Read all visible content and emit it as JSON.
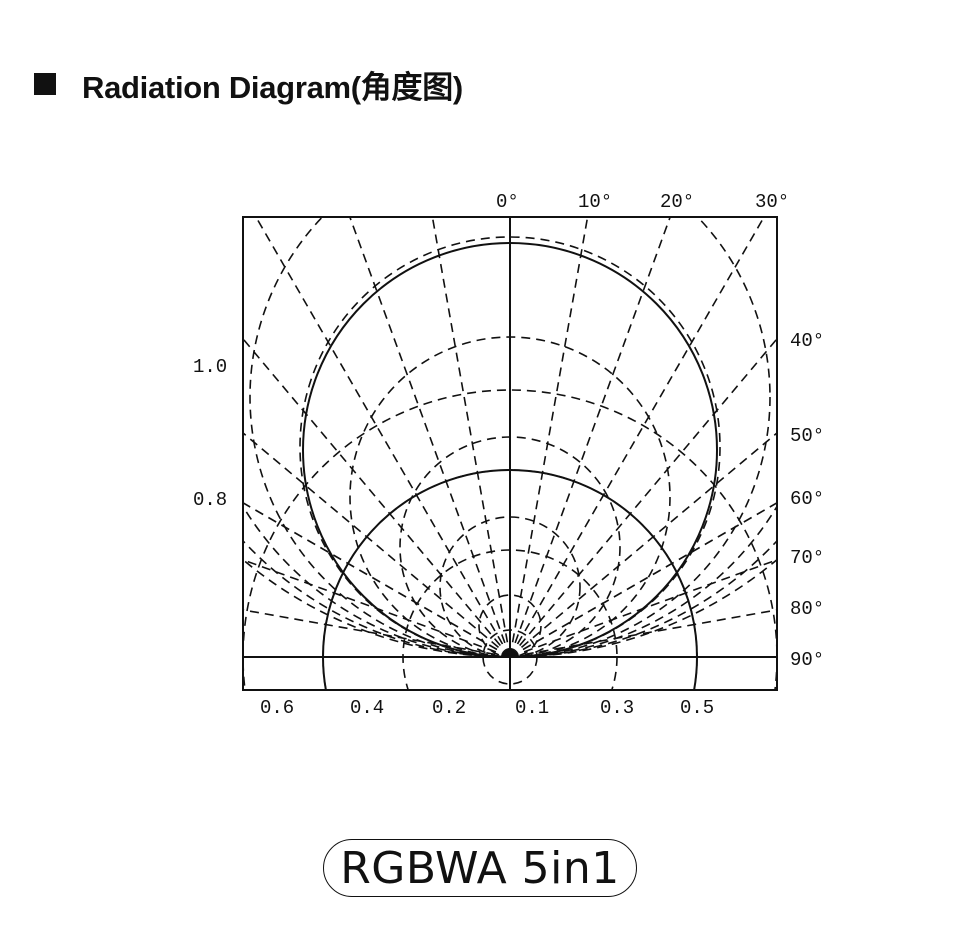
{
  "header": {
    "title": "Radiation Diagram(角度图)"
  },
  "diagram": {
    "angle_labels": [
      "0°",
      "10°",
      "20°",
      "30°",
      "40°",
      "50°",
      "60°",
      "70°",
      "80°",
      "90°"
    ],
    "left_scale_labels": [
      "1.0",
      "0.8"
    ],
    "bottom_scale_labels": [
      "0.6",
      "0.4",
      "0.2",
      "0.1",
      "0.3",
      "0.5"
    ]
  },
  "badge": {
    "label": "RGBWA 5in1"
  }
}
